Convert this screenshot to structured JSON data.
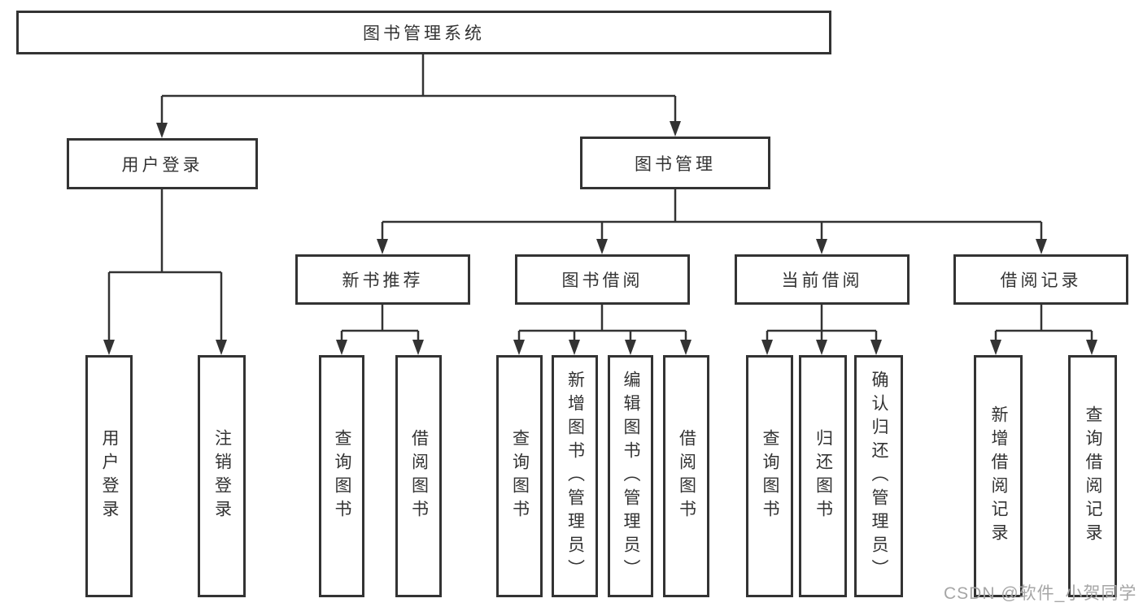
{
  "tree": {
    "root": "图书管理系统",
    "user_login": {
      "label": "用户登录",
      "children": [
        "用户登录",
        "注销登录"
      ]
    },
    "book_mgmt": {
      "label": "图书管理",
      "sections": {
        "new_book_rec": {
          "label": "新书推荐",
          "children": [
            "查询图书",
            "借阅图书"
          ]
        },
        "book_borrow": {
          "label": "图书借阅",
          "children": [
            "查询图书",
            "新增图书（管理员）",
            "编辑图书（管理员）",
            "借阅图书"
          ]
        },
        "current_borrow": {
          "label": "当前借阅",
          "children": [
            "查询图书",
            "归还图书",
            "确认归还（管理员）"
          ]
        },
        "borrow_records": {
          "label": "借阅记录",
          "children": [
            "新增借阅记录",
            "查询借阅记录"
          ]
        }
      }
    }
  },
  "watermark": {
    "text": "CSDN @软件_小贺同学"
  },
  "colors": {
    "line": "#333333",
    "text": "#333333",
    "background": "#ffffff",
    "watermark": "#a6a6a6"
  }
}
